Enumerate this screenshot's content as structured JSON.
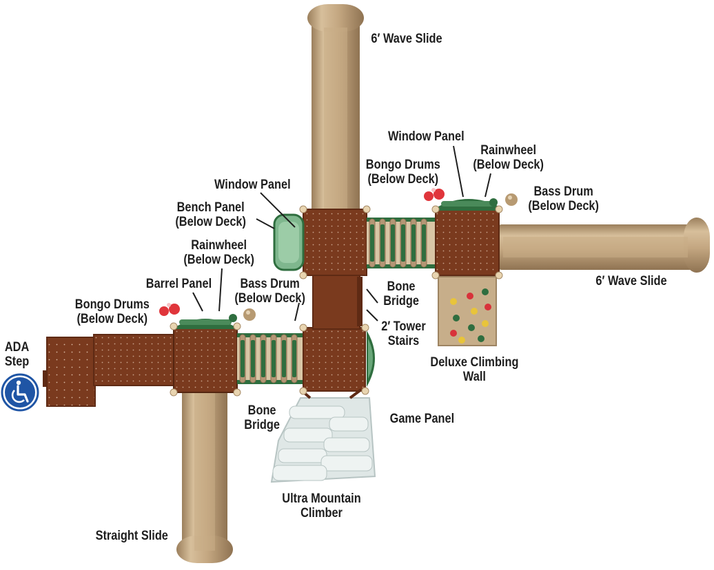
{
  "labels": {
    "wave_slide_top": "6′ Wave Slide",
    "wave_slide_right": "6′ Wave Slide",
    "window_panel_right": "Window Panel",
    "rainwheel_right": [
      "Rainwheel",
      "(Below Deck)"
    ],
    "bongo_drums_right": [
      "Bongo Drums",
      "(Below Deck)"
    ],
    "bass_drum_right": [
      "Bass Drum",
      "(Below Deck)"
    ],
    "window_panel_left": "Window Panel",
    "bench_panel": [
      "Bench Panel",
      "(Below Deck)"
    ],
    "rainwheel_left": [
      "Rainwheel",
      "(Below Deck)"
    ],
    "barrel_panel": "Barrel Panel",
    "bass_drum_left": [
      "Bass Drum",
      "(Below Deck)"
    ],
    "bongo_drums_left": [
      "Bongo Drums",
      "(Below Deck)"
    ],
    "bone_bridge_upper": [
      "Bone",
      "Bridge"
    ],
    "tower_stairs": [
      "2′ Tower",
      "Stairs"
    ],
    "climbing_wall": [
      "Deluxe Climbing",
      "Wall"
    ],
    "ada_step": [
      "ADA",
      "Step"
    ],
    "bone_bridge_lower": [
      "Bone",
      "Bridge"
    ],
    "game_panel": "Game Panel",
    "mountain_climber": [
      "Ultra Mountain",
      "Climber"
    ],
    "straight_slide": "Straight Slide"
  },
  "icons": {
    "accessibility": "wheelchair-icon"
  },
  "colors": {
    "deck": "#7a3a1e",
    "deck_dark": "#5e2a14",
    "slide": "#c8ad88",
    "slide_dark": "#a68a66",
    "panel_green": "#2f6e3f",
    "panel_light": "#8fc49c",
    "climber": "#dfe7e6",
    "ada_blue": "#1f55a5",
    "drum_red": "#e0353b"
  }
}
